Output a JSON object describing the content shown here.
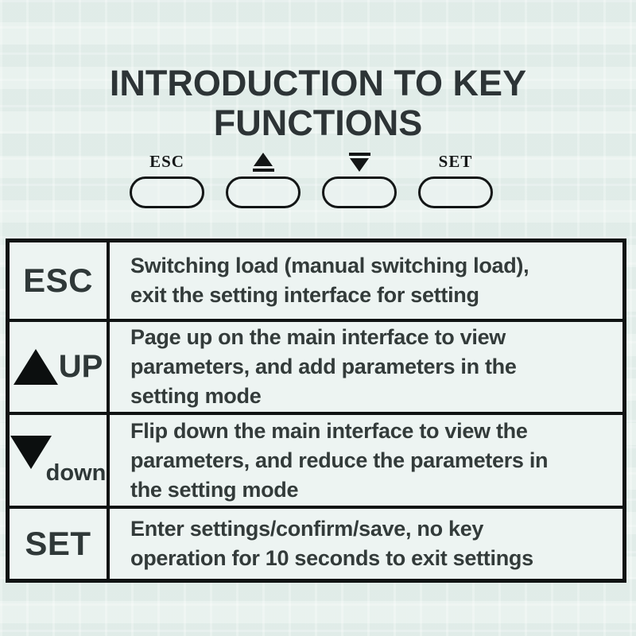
{
  "page": {
    "background_color": "#e7f0ed",
    "text_color": "#2d3436",
    "border_color": "#101313"
  },
  "header": {
    "title": "INTRODUCTION TO KEY\nFUNCTIONS"
  },
  "keys_row": [
    {
      "id": "esc",
      "label": "ESC",
      "icon": null
    },
    {
      "id": "up",
      "label": null,
      "icon": "up-arrow-with-bar"
    },
    {
      "id": "down",
      "label": null,
      "icon": "down-arrow-with-bar"
    },
    {
      "id": "set",
      "label": "SET",
      "icon": null
    }
  ],
  "table": {
    "rows": [
      {
        "key": "ESC",
        "key_icon": null,
        "description": "Switching load (manual switching load),\nexit the setting interface for setting"
      },
      {
        "key": "UP",
        "key_icon": "up-triangle",
        "description": "Page up on the main interface to view\nparameters, and add parameters in the\nsetting mode"
      },
      {
        "key": "down",
        "key_icon": "down-triangle",
        "description": "Flip down the main interface to view the\nparameters, and reduce the parameters in\nthe setting mode"
      },
      {
        "key": "SET",
        "key_icon": null,
        "description": "Enter settings/confirm/save, no key\noperation for 10 seconds to exit settings"
      }
    ]
  }
}
